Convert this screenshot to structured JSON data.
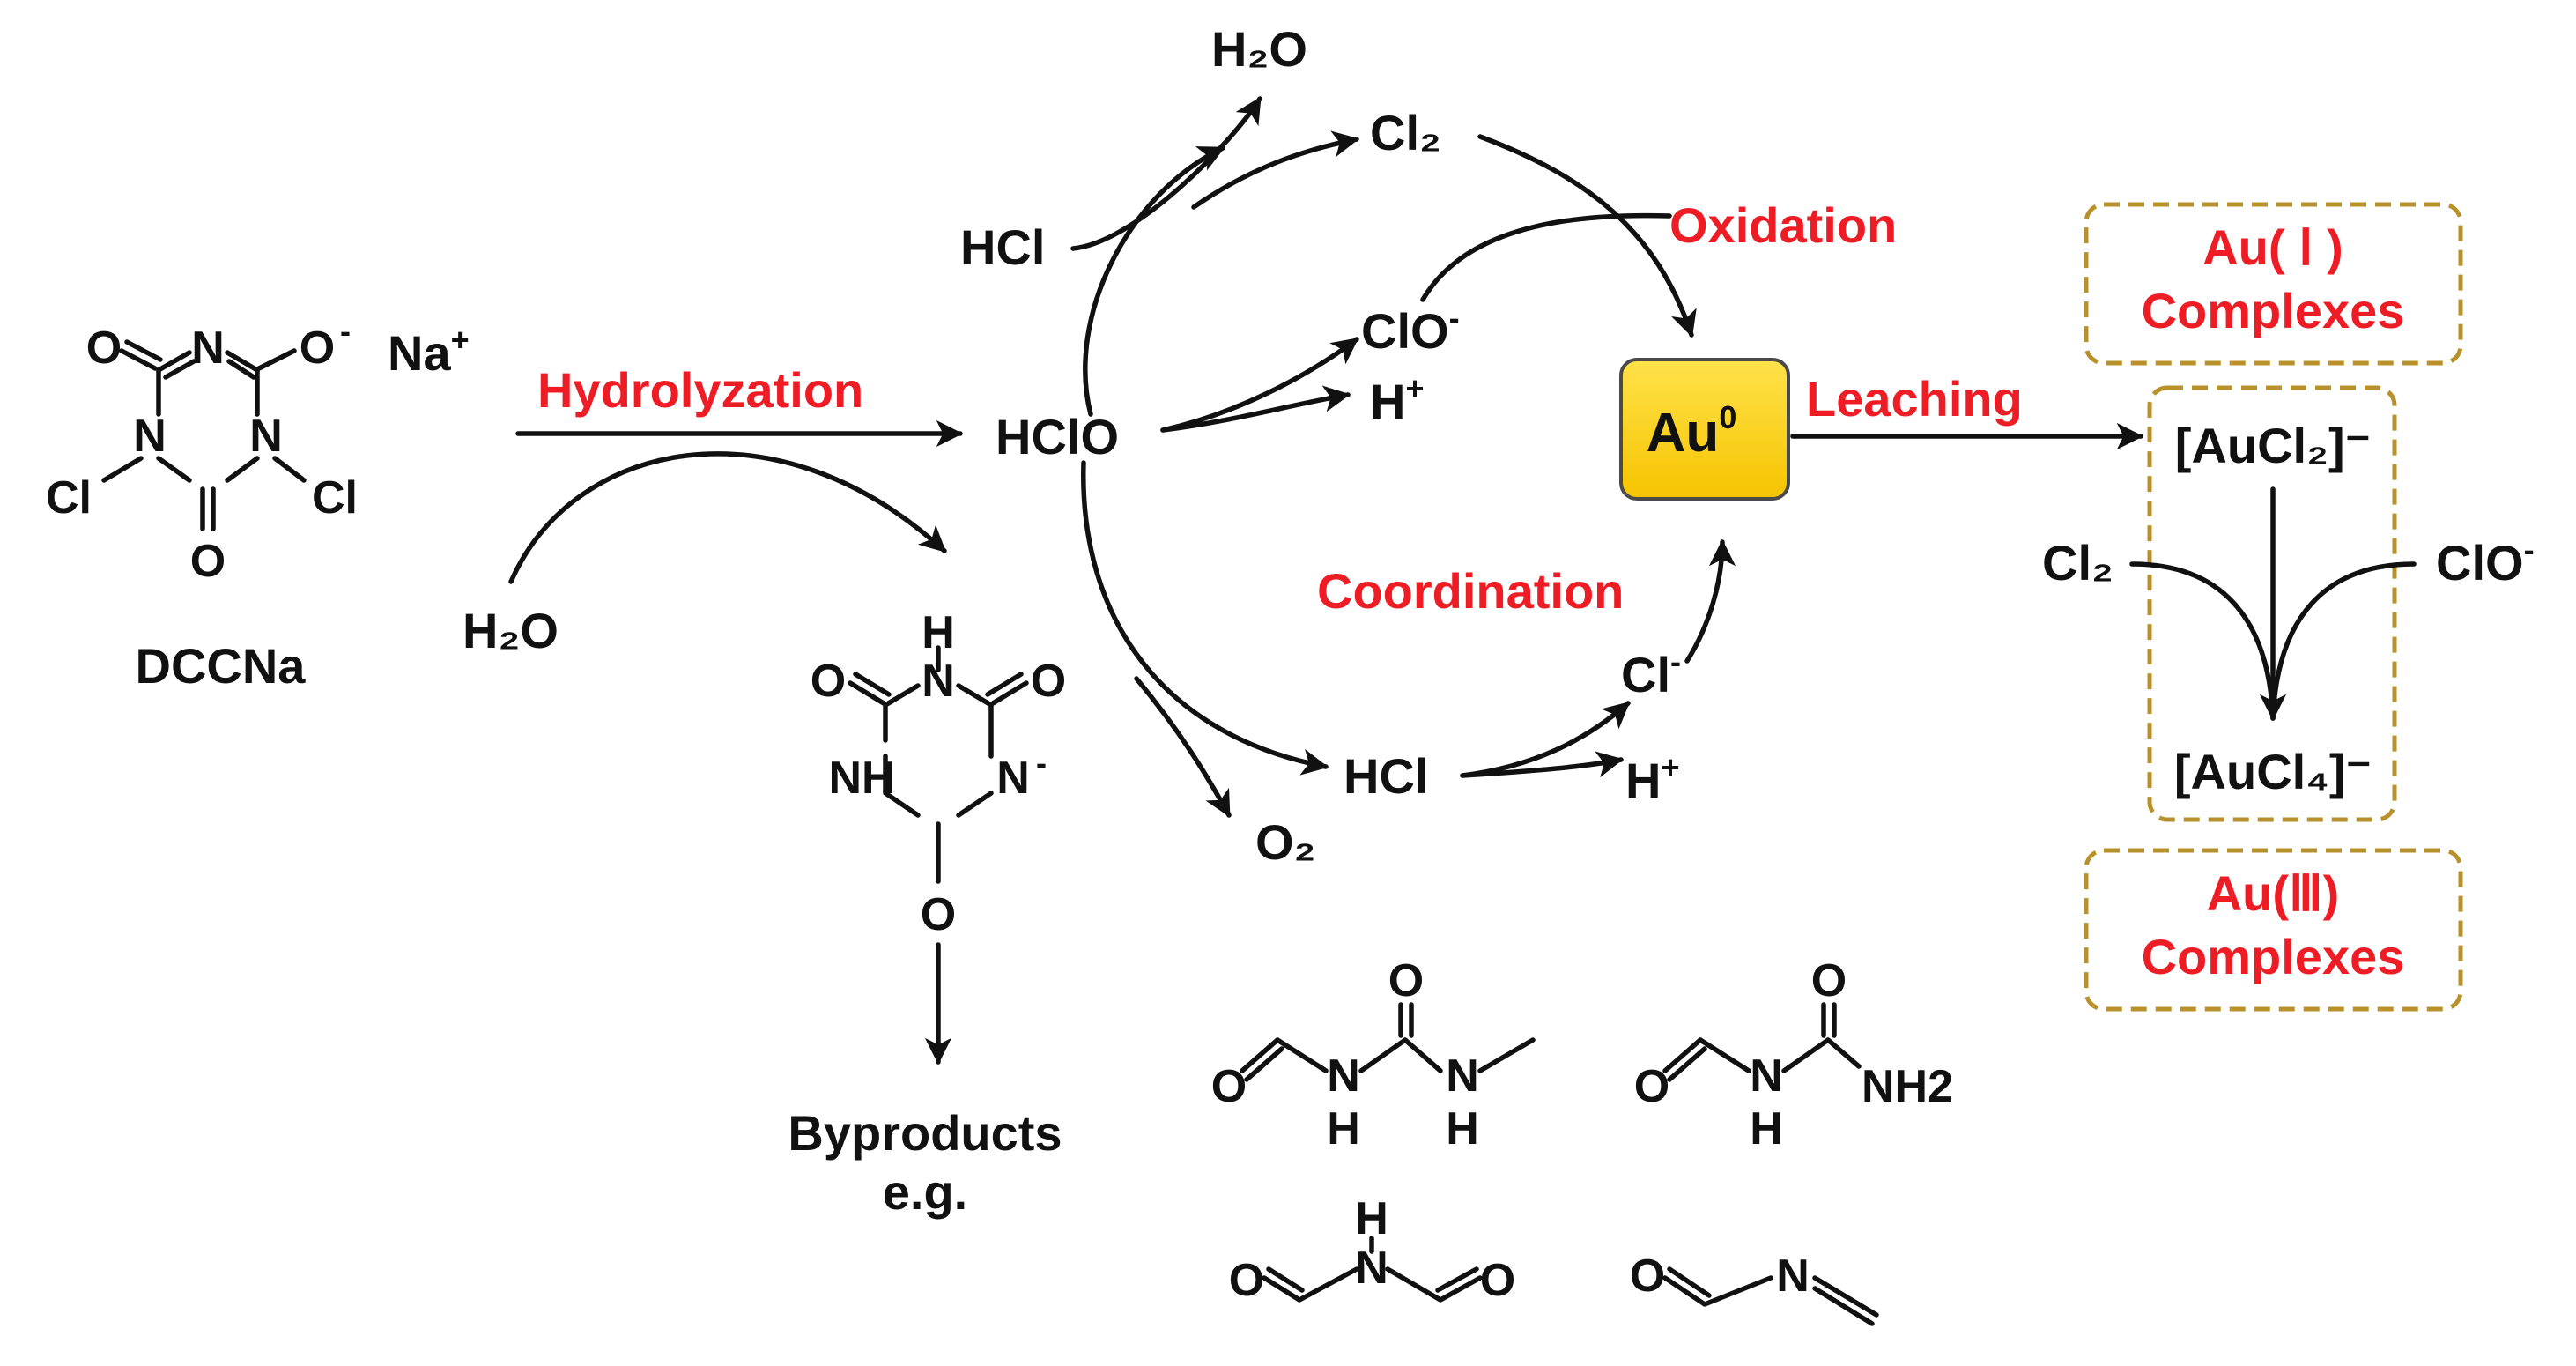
{
  "reactant": {
    "name": "DCCNa",
    "counter_ion": "Na",
    "counter_charge": "+"
  },
  "species": {
    "water_in": "H₂O",
    "water_out": "H₂O",
    "hcl_top": "HCl",
    "chlorine": "Cl₂",
    "hypochlorite": "ClO",
    "proton_top": "H",
    "hclo": "HClO",
    "hcl_bottom": "HCl",
    "chloride": "Cl",
    "proton_bottom": "H",
    "oxygen": "O₂",
    "gold": "Au",
    "gold_sup": "0"
  },
  "process_labels": {
    "hydrolyzation": "Hydrolyzation",
    "oxidation": "Oxidation",
    "coordination": "Coordination",
    "leaching": "Leaching"
  },
  "complexes": {
    "au1_line1": "Au( Ⅰ )",
    "au1_line2": "Complexes",
    "au3_line1": "Au(Ⅲ)",
    "au3_line2": "Complexes",
    "aucl2": "[AuCl₂]⁻",
    "aucl4": "[AuCl₄]⁻",
    "cl2_side": "Cl₂",
    "clo_side": "ClO"
  },
  "byproducts": {
    "line1": "Byproducts",
    "line2": "e.g.",
    "nh2": "NH2"
  },
  "atoms": {
    "O": "O",
    "N": "N",
    "Cl": "Cl",
    "H": "H",
    "NH": "NH",
    "minus": "-"
  },
  "colors": {
    "accent_red": "#ee1c24",
    "box_gold": "#b8912a",
    "au_fill": "#ffd21e",
    "au_border": "#4a4a4a"
  }
}
